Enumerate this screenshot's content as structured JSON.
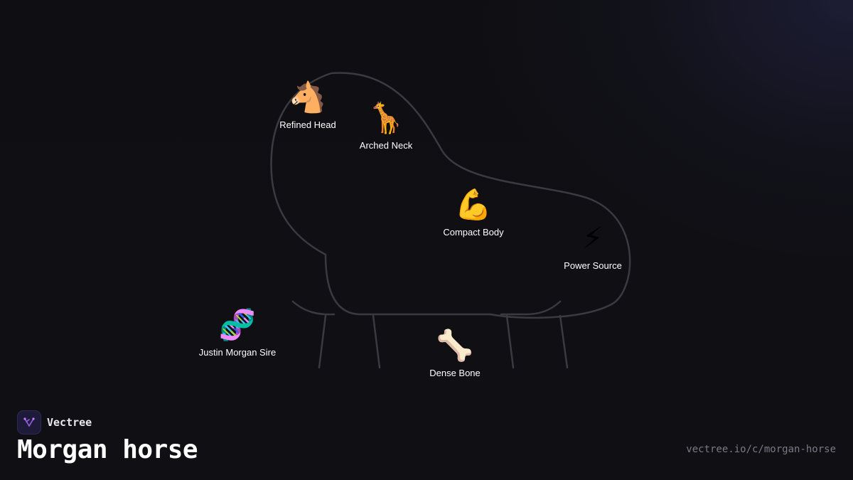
{
  "diagram": {
    "nodes": [
      {
        "id": "refined-head",
        "label": "Refined Head",
        "icon": "horse-face",
        "emoji": "🐴"
      },
      {
        "id": "arched-neck",
        "label": "Arched Neck",
        "icon": "giraffe",
        "emoji": "🦒"
      },
      {
        "id": "compact-body",
        "label": "Compact Body",
        "icon": "flexed-biceps",
        "emoji": "💪"
      },
      {
        "id": "power-source",
        "label": "Power Source",
        "icon": "high-voltage",
        "emoji": "⚡"
      },
      {
        "id": "justin-morgan-sire",
        "label": "Justin Morgan Sire",
        "icon": "dna",
        "emoji": "🧬"
      },
      {
        "id": "dense-bone",
        "label": "Dense Bone",
        "icon": "bone",
        "emoji": "🦴"
      }
    ]
  },
  "footer": {
    "brand": "Vectree",
    "title": "Morgan horse",
    "url": "vectree.io/c/morgan-horse"
  },
  "colors": {
    "background": "#0f0f13",
    "outline": "#3a3a40",
    "logo_accent": "#9b5de5"
  }
}
